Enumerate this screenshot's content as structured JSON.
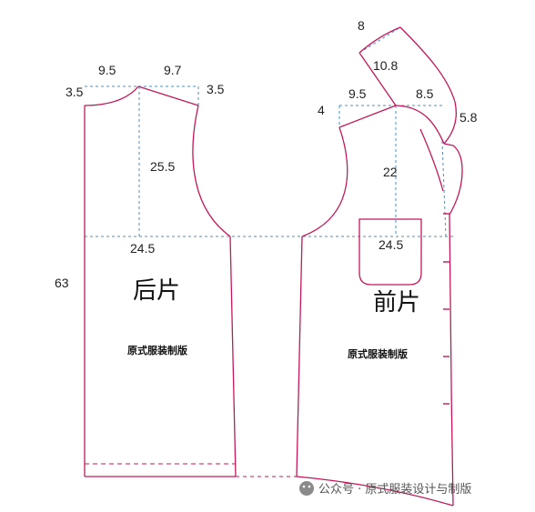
{
  "colors": {
    "outline": "#c2185b",
    "guide": "#4a90c2",
    "text": "#222222",
    "watermark": "#555555"
  },
  "back_piece": {
    "title": "后片",
    "brand": "原式服装制版",
    "dims": {
      "neck_drop": "3.5",
      "neck_width": "9.5",
      "shoulder_width": "9.7",
      "shoulder_drop": "3.5",
      "armhole_depth": "25.5",
      "chest_width": "24.5",
      "length": "63"
    }
  },
  "front_piece": {
    "title": "前片",
    "brand": "原式服装制版",
    "dims": {
      "neck_rise": "4",
      "shoulder_width": "9.5",
      "neck_width": "8.5",
      "armhole_depth": "22",
      "chest_width": "24.5",
      "collar_stand": "5.8",
      "collar_width": "10.8",
      "collar_top": "8"
    }
  },
  "watermark": {
    "icon": "wechat-icon",
    "text": "公众号 · 原式服装设计与制版"
  }
}
